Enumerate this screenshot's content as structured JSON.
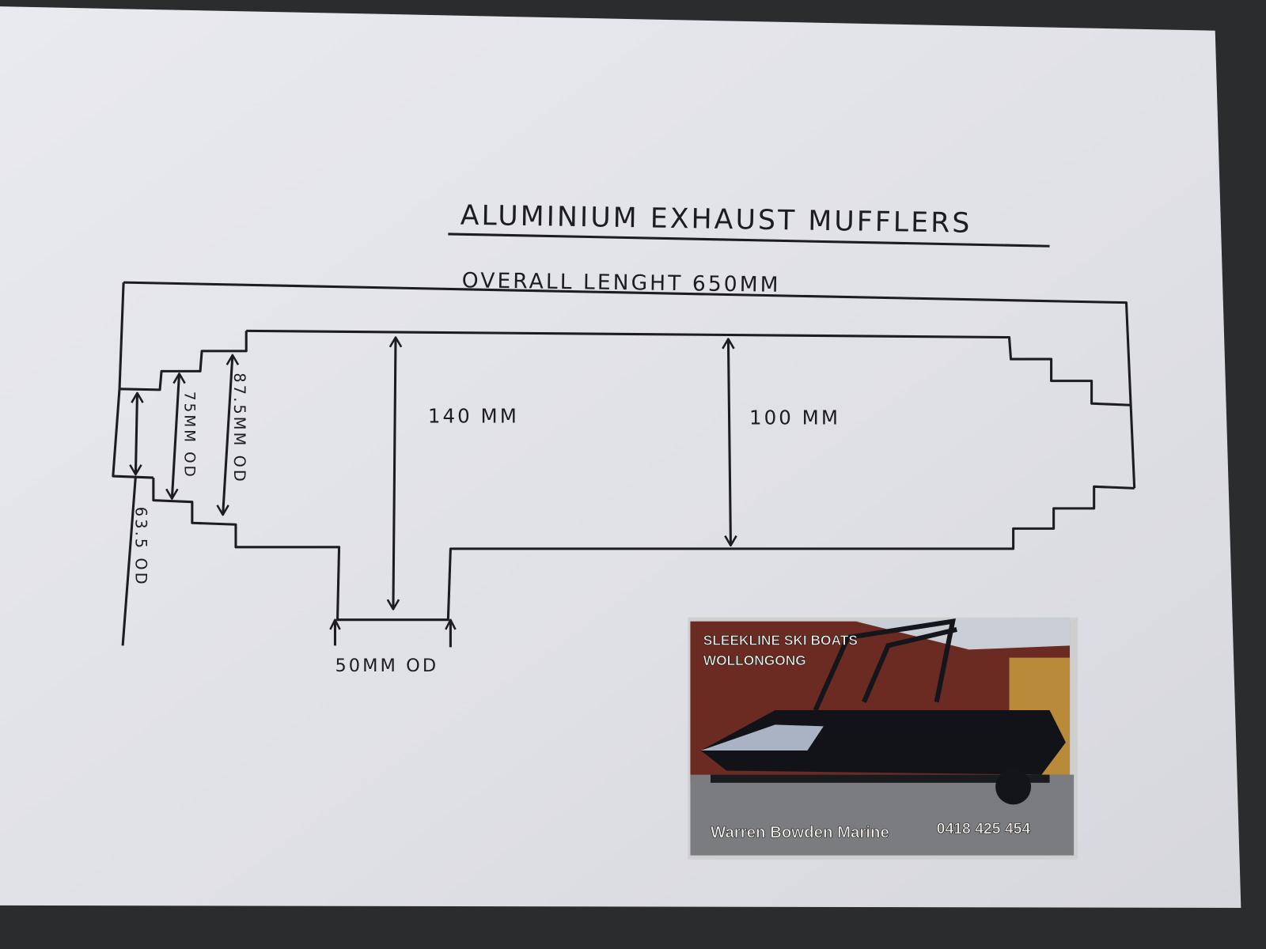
{
  "drawing": {
    "title": "ALUMINIUM EXHAUST MUFFLERS",
    "overall_length": "OVERALL LENGHT 650MM",
    "dim_body_large": "140 MM",
    "dim_body_small": "100 MM",
    "dim_87": "87.5MM OD",
    "dim_75": "75MM OD",
    "dim_63": "63.5 OD",
    "dim_outlet": "50MM OD"
  },
  "business_card": {
    "company": "SLEEKLINE SKI BOATS",
    "city": "WOLLONGONG",
    "name": "Warren Bowden Marine",
    "phone": "0418 425 454"
  },
  "colors": {
    "paper": "#e6e7ec",
    "ink": "#1c1c22",
    "card_red": "#6b2a22"
  }
}
